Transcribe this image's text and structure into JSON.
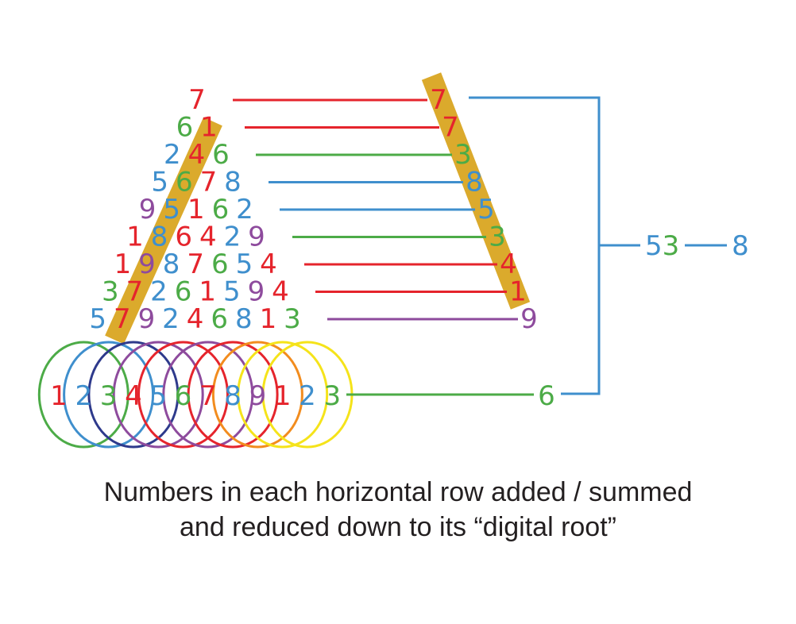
{
  "colors": {
    "red": "#e5242c",
    "green": "#4cab47",
    "blue": "#3f8fcd",
    "purple": "#8e4b9d",
    "orange": "#f28c1e",
    "yellow": "#f5e31a",
    "navy": "#2e3a8c",
    "highlight": "#dbaa2c",
    "text": "#231f20"
  },
  "triangle_rows": [
    {
      "digits": [
        "7"
      ],
      "colors": [
        "red"
      ],
      "root": "7",
      "root_color": "red",
      "line_color": "red"
    },
    {
      "digits": [
        "6",
        "1"
      ],
      "colors": [
        "green",
        "red"
      ],
      "root": "7",
      "root_color": "red",
      "line_color": "red"
    },
    {
      "digits": [
        "2",
        "4",
        "6"
      ],
      "colors": [
        "blue",
        "red",
        "green"
      ],
      "root": "3",
      "root_color": "green",
      "line_color": "green"
    },
    {
      "digits": [
        "5",
        "6",
        "7",
        "8"
      ],
      "colors": [
        "blue",
        "green",
        "red",
        "blue"
      ],
      "root": "8",
      "root_color": "blue",
      "line_color": "blue"
    },
    {
      "digits": [
        "9",
        "5",
        "1",
        "6",
        "2"
      ],
      "colors": [
        "purple",
        "blue",
        "red",
        "green",
        "blue"
      ],
      "root": "5",
      "root_color": "blue",
      "line_color": "blue"
    },
    {
      "digits": [
        "1",
        "8",
        "6",
        "4",
        "2",
        "9"
      ],
      "colors": [
        "red",
        "blue",
        "red",
        "red",
        "blue",
        "purple"
      ],
      "root": "3",
      "root_color": "green",
      "line_color": "green"
    },
    {
      "digits": [
        "1",
        "9",
        "8",
        "7",
        "6",
        "5",
        "4"
      ],
      "colors": [
        "red",
        "purple",
        "blue",
        "red",
        "green",
        "blue",
        "red"
      ],
      "root": "4",
      "root_color": "red",
      "line_color": "red"
    },
    {
      "digits": [
        "3",
        "7",
        "2",
        "6",
        "1",
        "5",
        "9",
        "4"
      ],
      "colors": [
        "green",
        "red",
        "blue",
        "green",
        "red",
        "blue",
        "purple",
        "red"
      ],
      "root": "1",
      "root_color": "red",
      "line_color": "red"
    },
    {
      "digits": [
        "5",
        "7",
        "9",
        "2",
        "4",
        "6",
        "8",
        "1",
        "3"
      ],
      "colors": [
        "blue",
        "red",
        "purple",
        "blue",
        "red",
        "green",
        "blue",
        "red",
        "green"
      ],
      "root": "9",
      "root_color": "purple",
      "line_color": "purple"
    }
  ],
  "base_row": {
    "digits": [
      "1",
      "2",
      "3",
      "4",
      "5",
      "6",
      "7",
      "8",
      "9",
      "1",
      "2",
      "3"
    ],
    "colors": [
      "red",
      "blue",
      "green",
      "red",
      "blue",
      "green",
      "red",
      "blue",
      "purple",
      "red",
      "blue",
      "green"
    ],
    "root": "6",
    "root_color": "green",
    "line_color": "green",
    "arc_colors": [
      "green",
      "blue",
      "navy",
      "purple",
      "red",
      "purple",
      "red",
      "orange",
      "yellow",
      "yellow"
    ]
  },
  "sum": {
    "value": "53",
    "digit_colors": [
      "blue",
      "green"
    ],
    "root": "8",
    "root_color": "blue"
  },
  "caption": {
    "line1": "Numbers in each horizontal row added / summed",
    "line2": "and reduced down to its “digital root”"
  }
}
